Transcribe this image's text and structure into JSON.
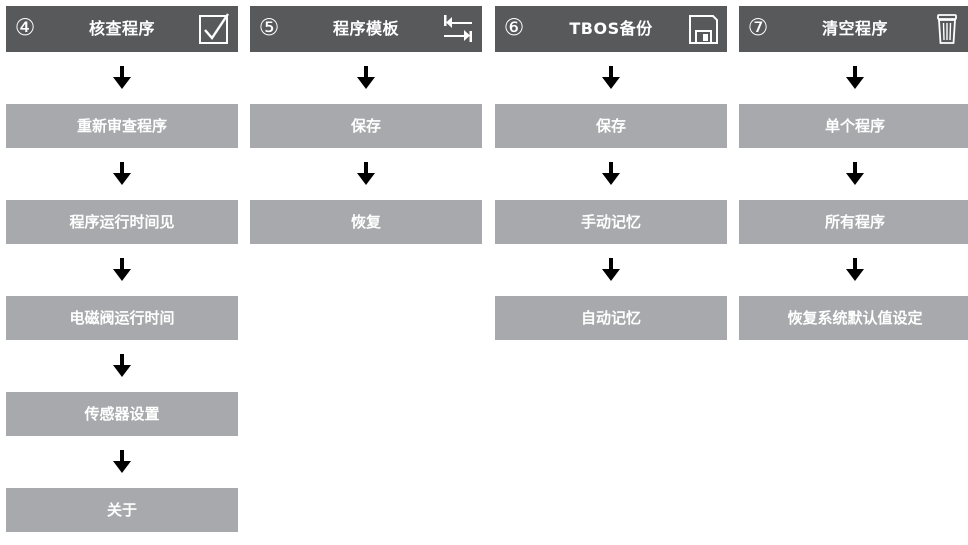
{
  "columns": [
    {
      "number": "④",
      "title": "核查程序",
      "icon": "checkbox-icon",
      "steps": [
        "重新审查程序",
        "程序运行时间见",
        "电磁阀运行时间",
        "传感器设置",
        "关于"
      ]
    },
    {
      "number": "⑤",
      "title": "程序模板",
      "icon": "swap-arrows-icon",
      "steps": [
        "保存",
        "恢复"
      ]
    },
    {
      "number": "⑥",
      "title": "TBOS备份",
      "icon": "floppy-disk-icon",
      "steps": [
        "保存",
        "手动记忆",
        "自动记忆"
      ]
    },
    {
      "number": "⑦",
      "title": "清空程序",
      "icon": "trash-can-icon",
      "steps": [
        "单个程序",
        "所有程序",
        "恢复系统默认值设定"
      ]
    }
  ],
  "colors": {
    "header_bg": "#58595b",
    "step_bg": "#a7a9ac",
    "text": "#ffffff",
    "arrow": "#000000"
  }
}
